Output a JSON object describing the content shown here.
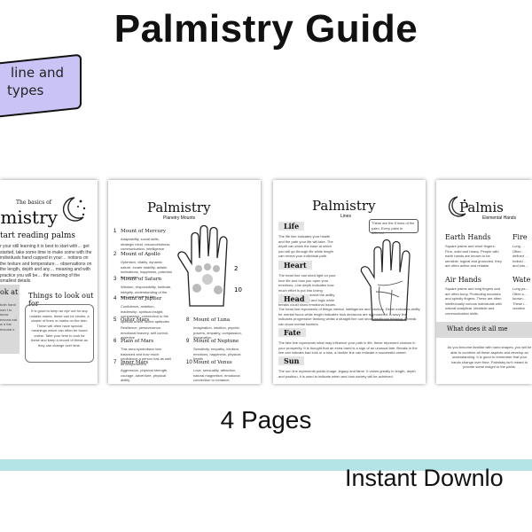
{
  "title": "Palmistry Guide",
  "ribbon": {
    "line1": "line and",
    "line2": "types",
    "color": "#c9c4f5"
  },
  "pages_label": "4 Pages",
  "download_label": "Instant Downlo",
  "band_color": "#b4e4e6",
  "page1": {
    "head_small": "The basics of",
    "head_big": "lmistry",
    "sub": "tart reading palms",
    "para": "r your still learning it is best to start with… get started, take some time to make some with the individuals hand cupped in your… notions on the texture and temperature… observations on the length, depth and any… meaning and with practice you will be… the meaning of the smallest details.",
    "look_title": "ok at",
    "look_body": "both hand nan t to know ersona eat w d the ersonal e",
    "things_title": "Things to look out for",
    "things_body": "It is good to keep an eye out for any notable marks, these can be circles, a cluster of lines or marks on the skin. These will often have special meanings which can often be found online. Take your time to look for these and keep a record of these as they can change over time."
  },
  "page2": {
    "title": "Palmistry",
    "subtitle": "Planetry Mounts",
    "mounts": [
      {
        "num": "1",
        "name": "Mount of Mercury",
        "desc": "Adaptability, social skills, strategic mind, resourcefulness, communication, intelligence"
      },
      {
        "num": "2",
        "name": "Mount of Apollo",
        "desc": "Optimism, vitality, dynamic nature, innate stability, artistic inclinations, happiness, potential for success"
      },
      {
        "num": "3",
        "name": "Mount of Saturn",
        "desc": "Wisdom, responsibility, fortitude, integrity, understanding of the soul and desire of life"
      },
      {
        "num": "4",
        "name": "Mount of Jupiter",
        "desc": "Confidence, ambition, leadership, spiritual insight, compassion, connection to the spiritual realm, divine aptitudes"
      },
      {
        "num": "5",
        "name": "Outer Mars",
        "desc": "Resilience, perseverance, emotional bravery, self control, assertive"
      },
      {
        "num": "6",
        "name": "Plain of Mars",
        "desc": "This area symbolises how balanced and how much confidence a person has as well as temperament"
      },
      {
        "num": "7",
        "name": "Inner Mars",
        "desc": "Aggression, physical strength, courage, adventure, physical ability"
      },
      {
        "num": "8",
        "name": "Mount of Luna",
        "desc": "Imagination, intuition, psychic powers, empathy, compassion, imagination"
      },
      {
        "num": "9",
        "name": "Mount of Neptune",
        "desc": "Sensitivity, empathy, intuition, emotions, happiness, physical health"
      },
      {
        "num": "10",
        "name": "Mount of Venus",
        "desc": "Love, sensuality, attraction, natural magnetism, emotional connection to romance, sexuality, passion, indulgence"
      }
    ]
  },
  "page3": {
    "title": "Palmistry",
    "subtitle": "Lines",
    "bubble": "These are the 5 lines of the palm. Every palm is different",
    "lines": [
      {
        "name": "Life",
        "desc": "The life line indicates your health and the path your life will take. The depth can show the ease at which you will go through life while length can reveal your individual path."
      },
      {
        "name": "Heart",
        "desc": "The heart line can shed light on your love life and how you open your emotions. Line depth indicates how much effort is put into loving relationships, forks reveal the ability to balance emotions and logic while breaks could show emotional issues."
      },
      {
        "name": "Head",
        "desc": "The head line represents of things mental, intelligence and intuition. Depth indicates ability for mental focus while length indicates how decisions are approached. A wavy line indicates progressive thinking whilst a straight line can show traditional thinking. A break can show mental barriers."
      },
      {
        "name": "Fate",
        "desc": "The fate line represents what may influence your path in life, these represent choices in your prosperity. It is thought that an extra hand is a sign of an unusual fate. Breaks in the line can indicate bad luck or a loss, a double line can indicate a successful career."
      },
      {
        "name": "Sun",
        "desc": "The sun line represents public image, legacy and fame. It varies greatly in length, depth and position, it is used to indicate when and how society will be achieved."
      }
    ]
  },
  "page4": {
    "title": "Palmis",
    "subtitle": "Elemental Hands",
    "earth": {
      "name": "Earth Hands",
      "desc": "Square palms and short fingers. Firm, solid and heavy. People with earth hands are known to be sensible, logical and grounded, they are often active and reliable."
    },
    "fire": {
      "name": "Fire",
      "desc": "Long … Often … defined … Individ… and intu…"
    },
    "air": {
      "name": "Air Hands",
      "desc": "Square palms and long fingers and are often bony. Protruding knuckles and spindly fingers. These are often intellectually curious individuals with natural analytical, idealistic and communication skills."
    },
    "water": {
      "name": "Wate",
      "desc": "Long pa… Often s… known… These i… creative"
    },
    "what_title": "What does it all me",
    "what_desc": "As you become familiar with hand shapes, you will be able to combine all these aspects and develop an understanding. It is good to remember that your hands change over time. Palmistry isn't meant to provide some insight to the paths."
  }
}
